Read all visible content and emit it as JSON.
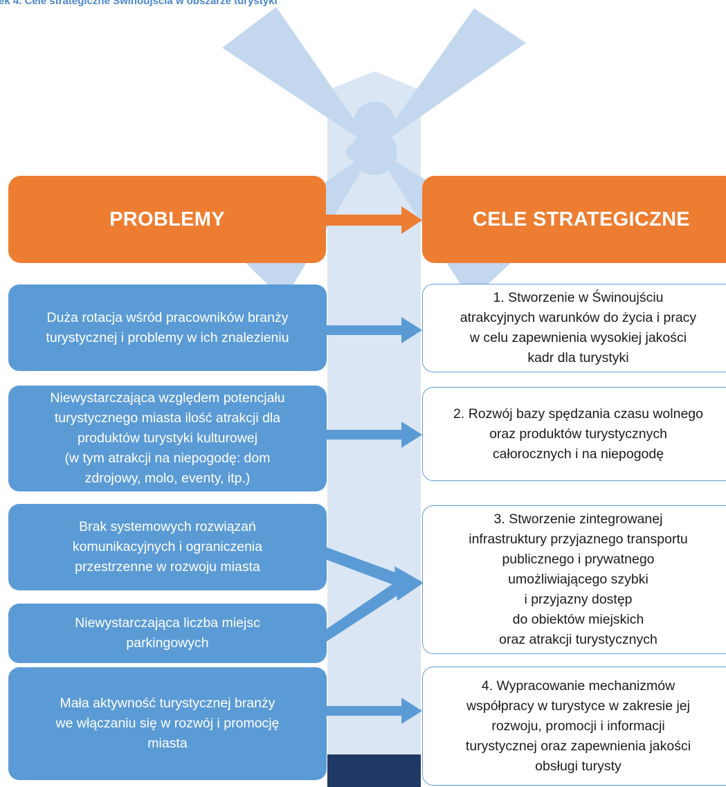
{
  "caption": "ek 4. Cele strategiczne Świnoujścia w obszarze turystyki",
  "headers": {
    "problems": "PROBLEMY",
    "goals": "CELE STRATEGICZNE"
  },
  "problems": [
    "Duża rotacja wśród pracowników branży\nturystycznej i problemy w ich znalezieniu",
    "Niewystarczająca względem potencjału\nturystycznego miasta ilość atrakcji dla\nproduktów turystyki kulturowej\n(w tym atrakcji na niepogodę: dom\nzdrojowy, molo, eventy, itp.)",
    "Brak systemowych rozwiązań\nkomunikacyjnych i ograniczenia\nprzestrzenne  w rozwoju miasta",
    "Niewystarczająca liczba miejsc\nparkingowych",
    "Mała aktywność turystycznej branży\nwe włączaniu się w rozwój i promocję\nmiasta"
  ],
  "goals": [
    "1. Stworzenie w Świnoujściu\natrakcyjnych warunków do życia i pracy\nw celu zapewnienia wysokiej jakości\nkadr dla turystyki",
    "2. Rozwój bazy spędzania czasu wolnego\noraz produktów  turystycznych\ncałorocznych i na niepogodę",
    "3. Stworzenie zintegrowanej\ninfrastruktury przyjaznego transportu\npublicznego i prywatnego\numożliwiającego szybki\ni przyjazny dostęp\ndo obiektów miejskich\noraz atrakcji turystycznych",
    "4. Wypracowanie mechanizmów\nwspółpracy w turystyce w zakresie jej\nrozwoju, promocji i informacji\nturystycznej oraz zapewnienia jakości\nobsługi turysty"
  ],
  "colors": {
    "orange": "#ed7d31",
    "blue_box": "#5b9bd5",
    "light_blue": "#c5d9ef",
    "pillar": "#dae6f3",
    "navy": "#203864",
    "caption": "#4a86c8"
  }
}
